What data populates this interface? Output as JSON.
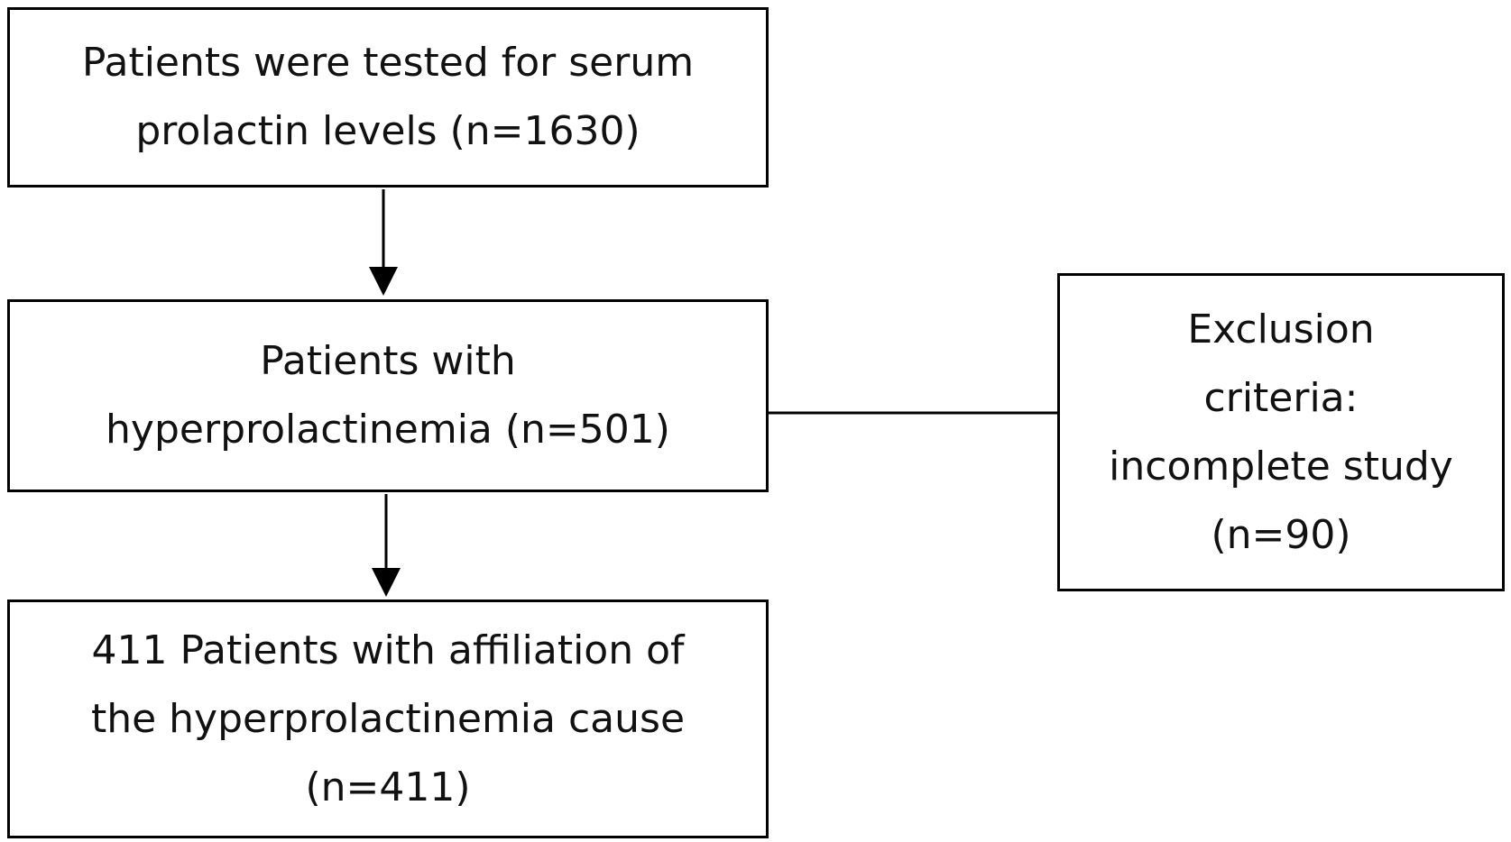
{
  "flowchart": {
    "boxes": {
      "tested": {
        "lines": [
          "Patients were tested for serum",
          "prolactin levels (n=1630)"
        ]
      },
      "hyperprolactinemia": {
        "lines": [
          "Patients with",
          "hyperprolactinemia (n=501)"
        ]
      },
      "exclusion": {
        "lines": [
          "Exclusion",
          "criteria:",
          "incomplete study",
          "(n=90)"
        ]
      },
      "cause": {
        "lines": [
          "411 Patients with affiliation of",
          "the hyperprolactinemia cause",
          "(n=411)"
        ]
      }
    },
    "colors": {
      "border": "#000000",
      "text": "#111111",
      "background": "#ffffff"
    }
  }
}
